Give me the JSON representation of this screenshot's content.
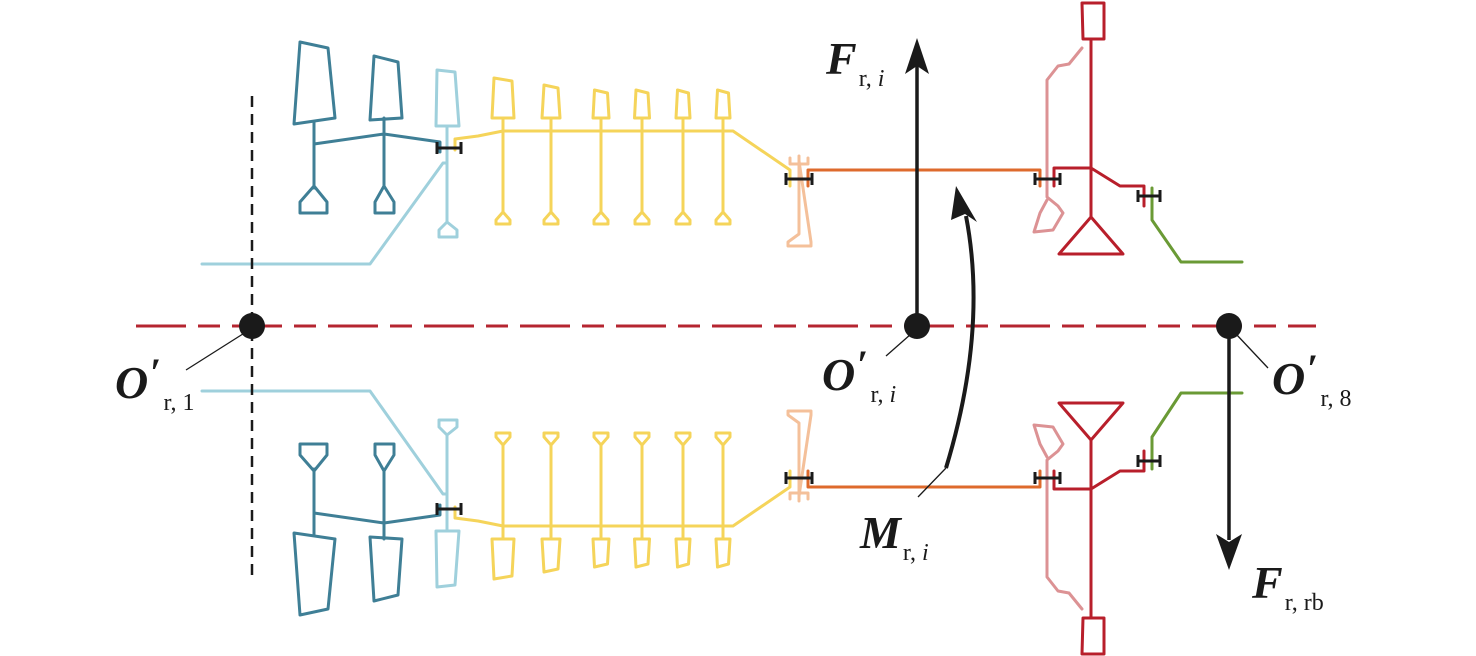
{
  "title": "Rotor system force diagram",
  "colors": {
    "fan": "#3f7f96",
    "booster": "#9fd0dc",
    "compressor": "#f5d45a",
    "compressor_exit": "#f4c09a",
    "shaft": "#de6a2c",
    "turbine_disk": "#dc9294",
    "turbine": "#b81f2b",
    "rear_shaft": "#6a9a35",
    "coupling": "#1a1a1a",
    "centerline": "#b52530",
    "arrow": "#1a1a1a"
  },
  "labels": {
    "o_r1": {
      "main": "O",
      "prime": "′",
      "sub_a": "r,",
      "sub_b": "1"
    },
    "o_ri": {
      "main": "O",
      "prime": "′",
      "sub_a": "r,",
      "sub_b": "i"
    },
    "o_r8": {
      "main": "O",
      "prime": "′",
      "sub_a": "r,",
      "sub_b": "8"
    },
    "f_ri": {
      "main": "F",
      "sub_a": "r,",
      "sub_b": "i"
    },
    "m_ri": {
      "main": "M",
      "sub_a": "r,",
      "sub_b": "i"
    },
    "f_rrb": {
      "main": "F",
      "sub_a": "r,",
      "sub_b": "rb"
    }
  },
  "components": {
    "fan_stages": 2,
    "booster_stages": 1,
    "compressor_stages": 6,
    "couplings": 4,
    "reference_points": [
      "O'r,1",
      "O'r,i",
      "O'r,8"
    ],
    "loads": [
      "F r,i (upward force)",
      "M r,i (moment)",
      "F r,rb (downward force)"
    ]
  }
}
